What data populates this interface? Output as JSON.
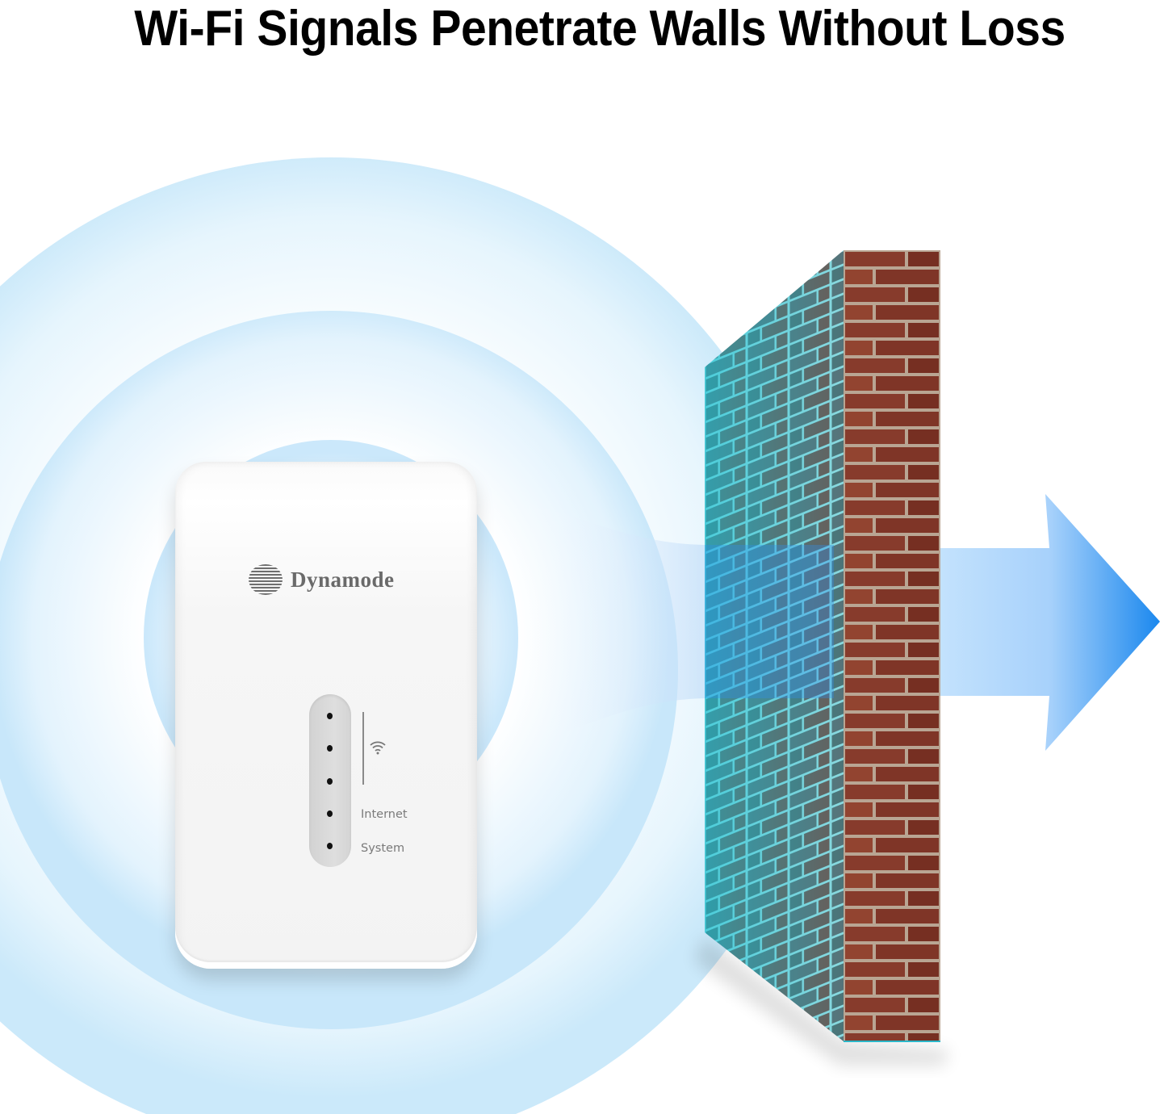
{
  "headline": "Wi-Fi Signals Penetrate Walls Without Loss",
  "device": {
    "brand": "Dynamode",
    "brand_logo": "striped-globe-logo",
    "indicator_icons": [
      "wifi-icon"
    ],
    "indicator_labels": [
      "Internet",
      "System"
    ],
    "led_count": 5
  },
  "wall": {
    "material": "brick",
    "front_color": "#8b3d2c",
    "side_tint": "#2bb7c9"
  },
  "signal": {
    "ring_color": "#cdebfb",
    "arrow_start_color": "#bfe0fd",
    "arrow_end_color": "#1a8bf0",
    "arrow_direction": "right"
  },
  "colors": {
    "background": "#ffffff",
    "headline": "#000000",
    "device_body": "#f4f4f4"
  }
}
